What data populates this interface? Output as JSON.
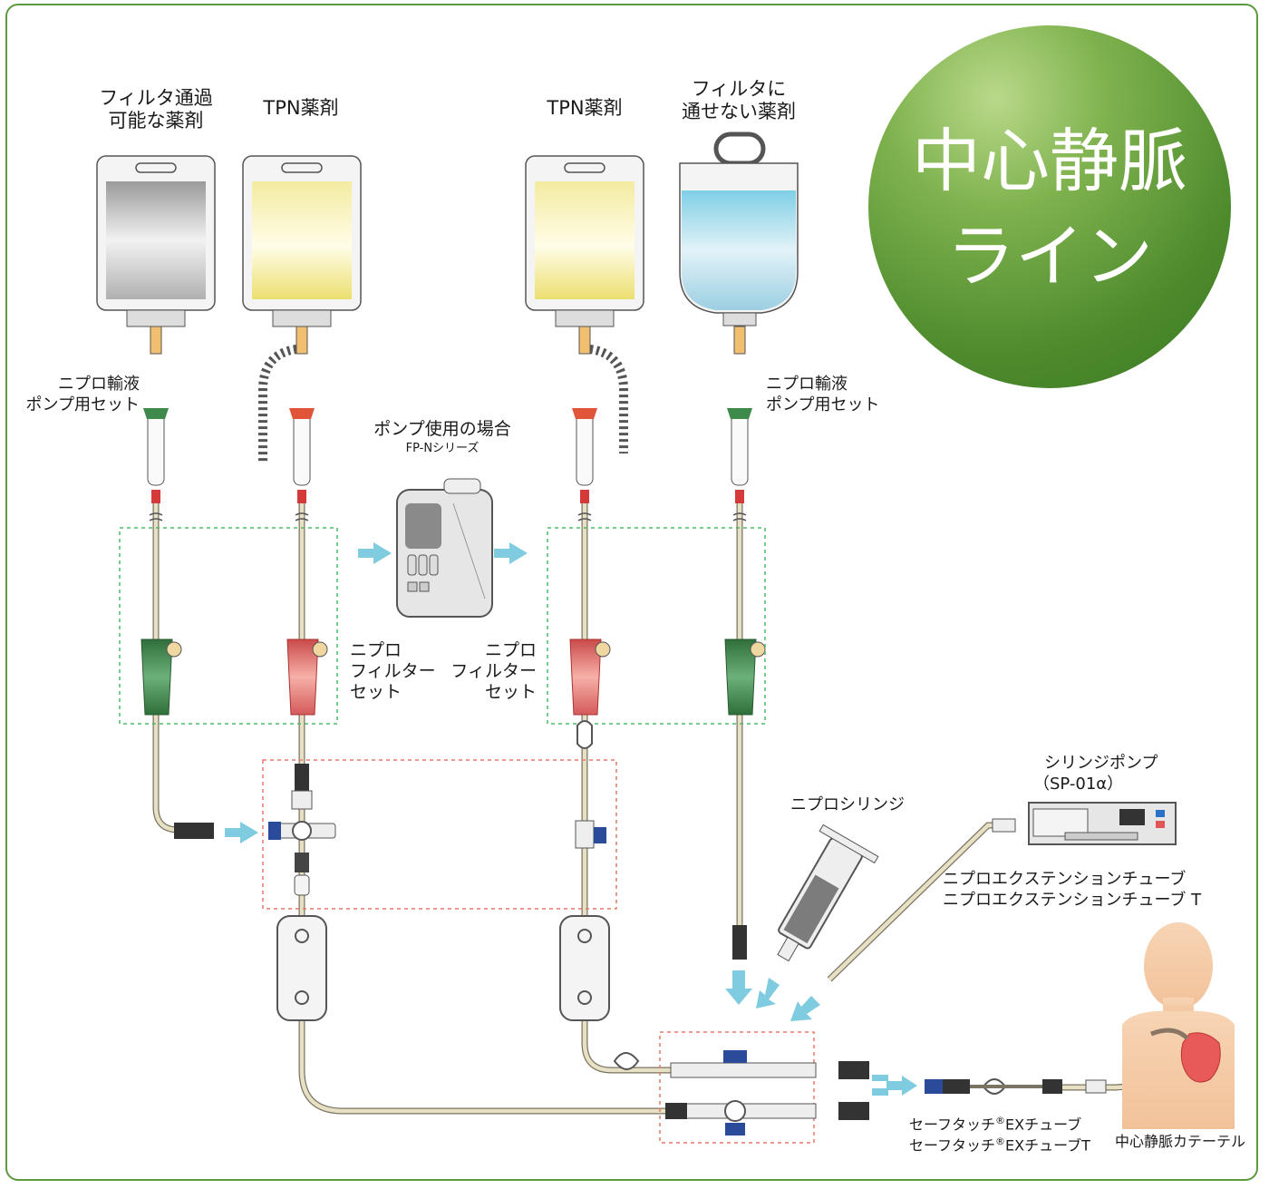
{
  "title": {
    "line1": "中心静脈",
    "line2": "ライン"
  },
  "bags": [
    {
      "label": "フィルタ通過\n可能な薬剤"
    },
    {
      "label": "TPN薬剤"
    },
    {
      "label": "TPN薬剤"
    },
    {
      "label": "フィルタに\n通せない薬剤"
    }
  ],
  "labels": {
    "pump_set_left": "ニプロ輸液\nポンプ用セット",
    "pump_set_right": "ニプロ輸液\nポンプ用セット",
    "pump_usage": "ポンプ使用の場合",
    "pump_model": "FP-Nシリーズ",
    "filter_set_left": "ニプロ\nフィルター\nセット",
    "filter_set_right": "ニプロ\nフィルター\nセット",
    "syringe": "ニプロシリンジ",
    "syringe_pump": "シリンジポンプ",
    "syringe_pump_model": "（SP-01α）",
    "extension_tube_1": "ニプロエクステンションチューブ",
    "extension_tube_2": "ニプロエクステンションチューブ T",
    "safetouch_1_pre": "セーフタッチ",
    "safetouch_1_post": "EXチューブ",
    "safetouch_2_pre": "セーフタッチ",
    "safetouch_2_post": "EXチューブT",
    "registered": "®",
    "catheter": "中心静脈カテーテル"
  },
  "colors": {
    "frame": "#5d9a3f",
    "tube": "#e8e0c4",
    "arrow": "#7fcbe0",
    "filter_green": "#3e8a4a",
    "filter_red": "#e06060",
    "dash_green": "#4cb86a",
    "dash_red": "#e87a6a"
  }
}
